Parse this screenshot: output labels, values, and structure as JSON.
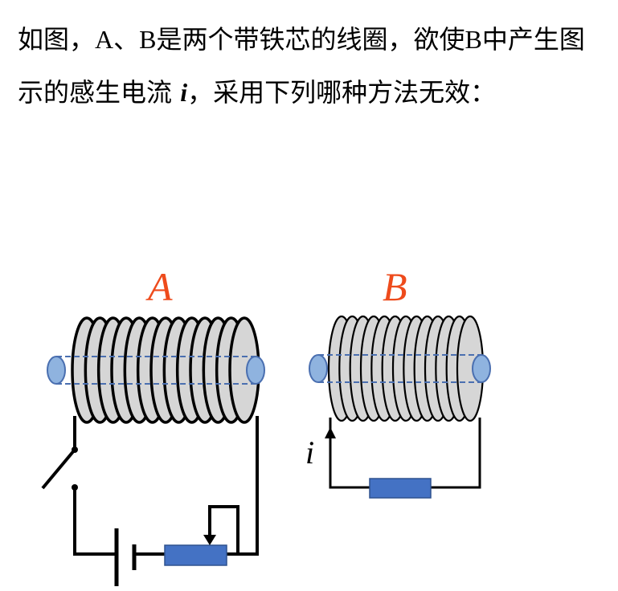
{
  "question": {
    "part1": "如图，",
    "coil_a_ref": "A",
    "sep": "、",
    "coil_b_ref": "B",
    "part2": "是两个带铁芯的线圈，欲使",
    "coil_b_ref2": "B",
    "part3": "中产生图示的感生电流 ",
    "current_var": "i",
    "part4": "，采用下列哪种方法无效："
  },
  "diagram": {
    "coil_a_label": "A",
    "coil_b_label": "B",
    "current_label": "i",
    "colors": {
      "label": "#ee4b1c",
      "core_fill": "#8fb3df",
      "core_stroke": "#4a6fb0",
      "resistor_fill": "#4472c4",
      "coil_fill": "#d6d6d6",
      "wire": "#000000"
    }
  }
}
